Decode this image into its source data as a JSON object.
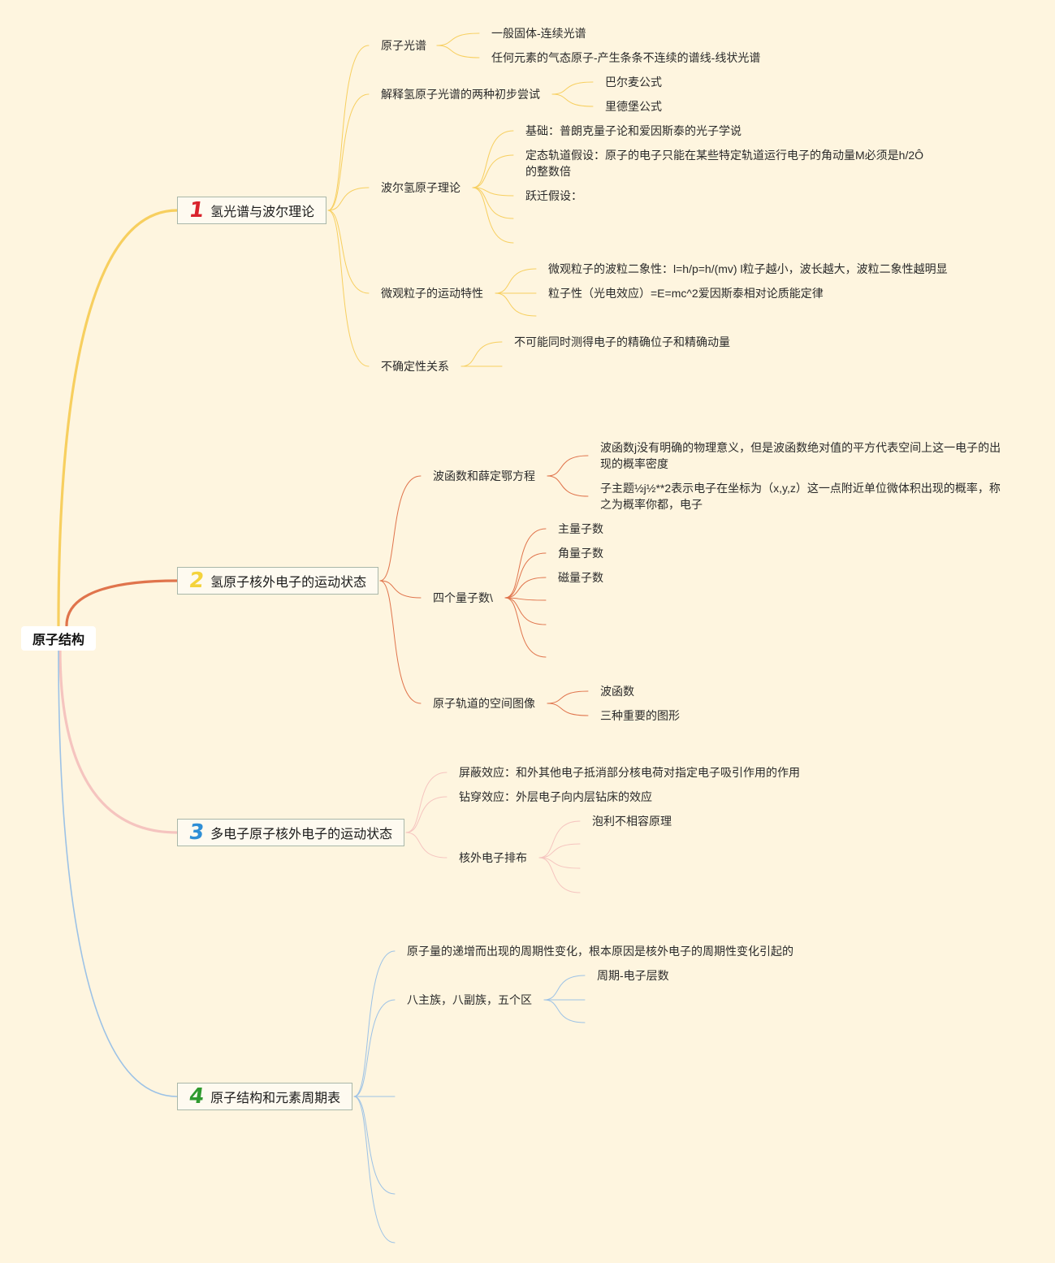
{
  "root": "原子结构",
  "colors": {
    "branch1": "#f7cf5f",
    "branch2": "#e0744c",
    "branch3": "#f5c4bf",
    "branch4": "#9cc2e6"
  },
  "branches": [
    {
      "num": "1",
      "num_color": "#d9232c",
      "label": "氢光谱与波尔理论",
      "children": [
        {
          "label": "原子光谱",
          "children": [
            "一般固体-连续光谱",
            "任何元素的气态原子-产生条条不连续的谱线-线状光谱"
          ]
        },
        {
          "label": "解释氢原子光谱的两种初步尝试",
          "children": [
            "巴尔麦公式",
            "里德堡公式"
          ]
        },
        {
          "label": "波尔氢原子理论",
          "children": [
            "基础：普朗克量子论和爱因斯泰的光子学说",
            "定态轨道假设：原子的电子只能在某些特定轨道运行电子的角动量M必须是h/2Ô的整数倍",
            "跃迁假设："
          ]
        },
        {
          "label": "微观粒子的运动特性",
          "children": [
            "微观粒子的波粒二象性：l=h/p=h/(mv) l粒子越小，波长越大，波粒二象性越明显",
            "粒子性（光电效应）=E=mc^2爱因斯泰相对论质能定律"
          ]
        },
        {
          "label": "不确定性关系",
          "children": [
            "不可能同时测得电子的精确位子和精确动量"
          ]
        }
      ]
    },
    {
      "num": "2",
      "num_color": "#f4d33c",
      "label": "氢原子核外电子的运动状态",
      "children": [
        {
          "label": "波函数和薛定鄂方程",
          "children": [
            "波函数j没有明确的物理意义，但是波函数绝对值的平方代表空间上这一电子的出现的概率密度",
            "子主题½j½**2表示电子在坐标为（x,y,z）这一点附近单位微体积出现的概率，称之为概率你都，电子"
          ]
        },
        {
          "label": "四个量子数\\",
          "children": [
            "主量子数",
            "角量子数",
            "磁量子数"
          ]
        },
        {
          "label": "原子轨道的空间图像",
          "children": [
            "波函数",
            "三种重要的图形"
          ]
        }
      ]
    },
    {
      "num": "3",
      "num_color": "#2f8fd6",
      "label": "多电子原子核外电子的运动状态",
      "children": [
        {
          "label": "屏蔽效应：和外其他电子抵消部分核电荷对指定电子吸引作用的作用"
        },
        {
          "label": "钻穿效应：外层电子向内层钻床的效应"
        },
        {
          "label": "核外电子排布",
          "children": [
            "泡利不相容原理"
          ]
        }
      ]
    },
    {
      "num": "4",
      "num_color": "#2f9a2f",
      "label": "原子结构和元素周期表",
      "children": [
        {
          "label": "原子量的递增而出现的周期性变化，根本原因是核外电子的周期性变化引起的"
        },
        {
          "label": "八主族，八副族，五个区",
          "children": [
            "周期-电子层数"
          ]
        }
      ]
    }
  ]
}
